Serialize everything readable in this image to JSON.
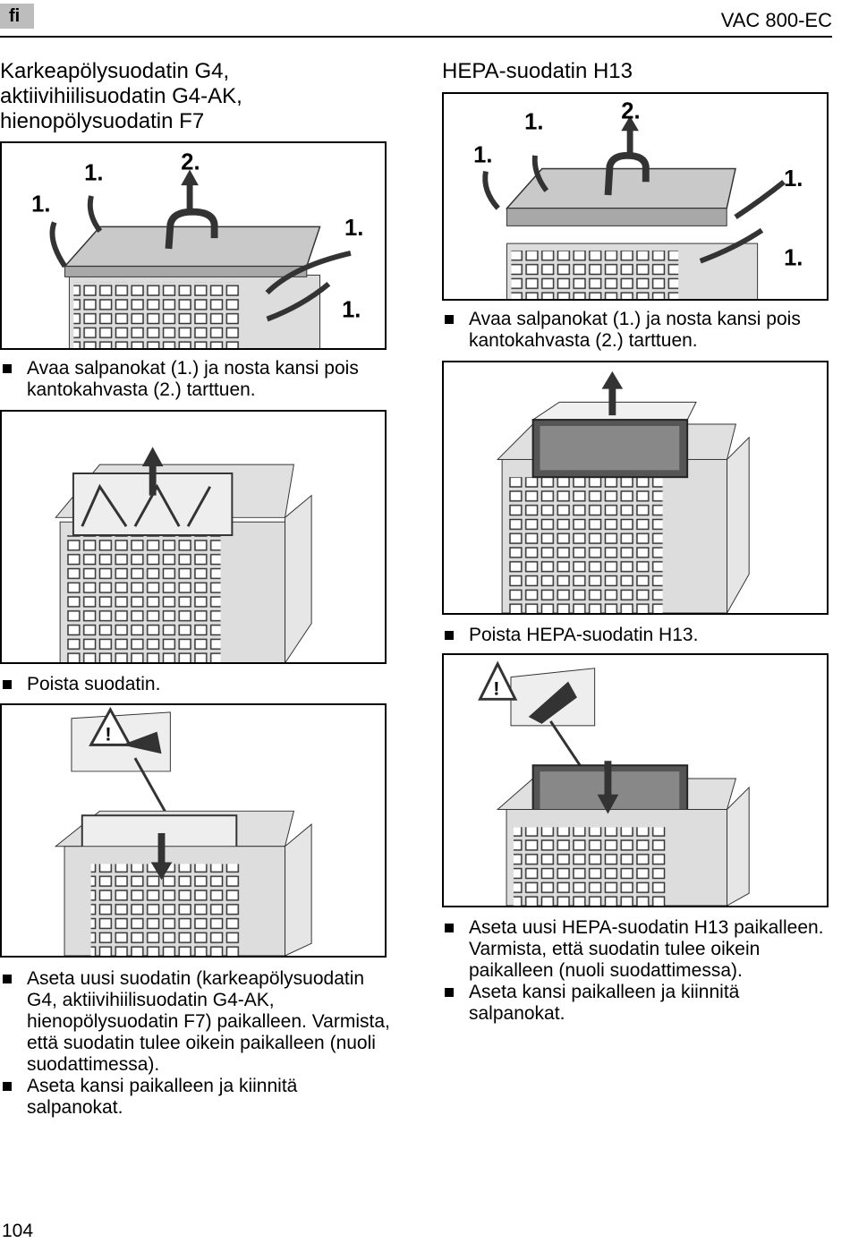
{
  "header": {
    "lang_badge": "fi",
    "model": "VAC 800-EC"
  },
  "left": {
    "heading_lines": [
      "Karkeapölysuodatin G4,",
      "aktiivihiilisuodatin G4-AK,",
      "hienopölysuodatin F7"
    ],
    "fig1_labels": [
      "1.",
      "1.",
      "2.",
      "1.",
      "1."
    ],
    "step1": "Avaa salpanokat (1.) ja nosta kansi pois kantokahvasta (2.) tarttuen.",
    "step2": "Poista suodatin.",
    "step3": "Aseta uusi suodatin (karkeapölysuodatin G4, aktiivihiilisuodatin G4-AK, hienopölysuodatin F7) paikalleen. Varmista, että suodatin tulee oikein paikalleen (nuoli suodattimessa).",
    "step4": "Aseta kansi paikalleen ja kiinnitä salpanokat."
  },
  "right": {
    "heading": "HEPA-suodatin H13",
    "fig1_labels": [
      "1.",
      "1.",
      "2.",
      "1.",
      "1."
    ],
    "step1": "Avaa salpanokat (1.) ja nosta kansi pois kantokahvasta (2.) tarttuen.",
    "step2": "Poista HEPA-suodatin H13.",
    "step3": "Aseta uusi HEPA-suodatin H13 paikalleen. Varmista, että suodatin tulee oikein paikalleen (nuoli suodattimessa).",
    "step4": "Aseta kansi paikalleen ja kiinnitä salpanokat."
  },
  "page_number": "104"
}
